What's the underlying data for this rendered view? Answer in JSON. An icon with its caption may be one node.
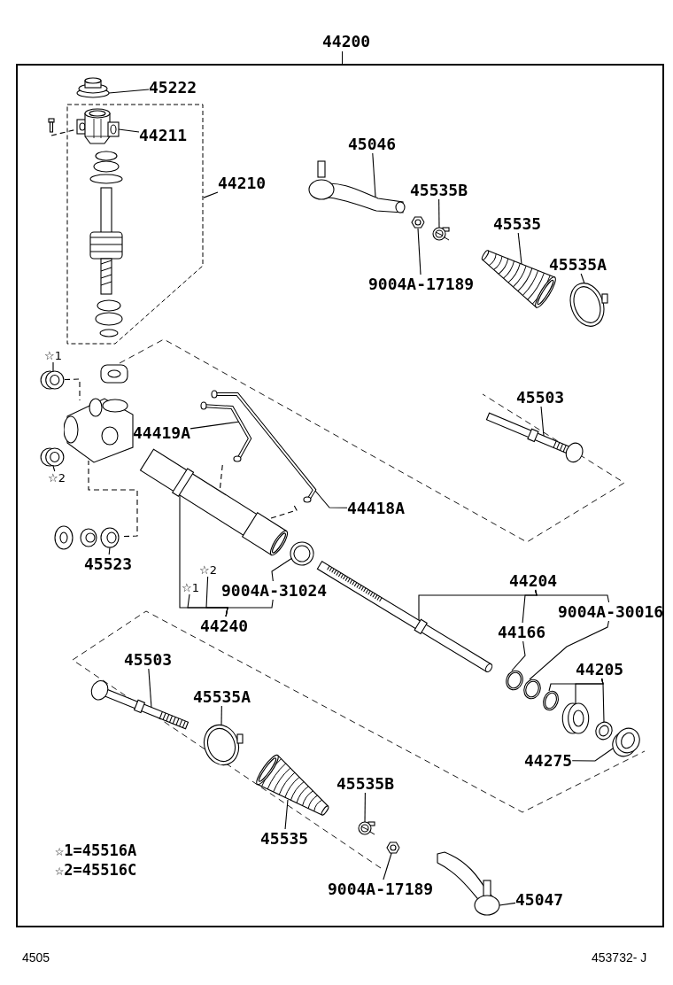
{
  "diagram": {
    "nodes": [
      {
        "text": [
          "44200"
        ]
      },
      {
        "text": [
          "45222"
        ],
        "in": 0
      },
      {
        "text": [],
        "shape": "picture",
        "in": 0
      },
      {
        "text": [],
        "shape": "box",
        "in": 0
      },
      {
        "text": [],
        "shape": "picture",
        "in": 3
      },
      {
        "text": [
          "44211"
        ],
        "in": 3
      },
      {
        "text": [
          "44210"
        ],
        "in": 0
      },
      {
        "text": [
          "45046"
        ],
        "in": 0
      },
      {
        "text": [],
        "shape": "picture",
        "in": 0
      },
      {
        "text": [
          "45535B"
        ],
        "in": 0
      },
      {
        "text": [],
        "shape": "picture",
        "in": 0
      },
      {
        "text": [
          "9004A-17189"
        ],
        "in": 0
      },
      {
        "text": [],
        "shape": "picture",
        "in": 0
      },
      {
        "text": [
          "45535"
        ],
        "in": 0
      },
      {
        "text": [],
        "shape": "picture",
        "in": 0
      },
      {
        "text": [
          "45535A"
        ],
        "in": 0
      },
      {
        "text": [],
        "shape": "picture",
        "in": 0
      },
      {
        "text": [
          "45503"
        ],
        "in": 0
      },
      {
        "text": [],
        "shape": "picture",
        "in": 0
      },
      {
        "text": [
          "☆1"
        ],
        "in": 0
      },
      {
        "text": [],
        "shape": "picture",
        "in": 0
      },
      {
        "text": [
          "☆2"
        ],
        "in": 0
      },
      {
        "text": [],
        "shape": "picture",
        "in": 0
      },
      {
        "text": [
          "44419A"
        ],
        "in": 0
      },
      {
        "text": [],
        "shape": "picture",
        "in": 0
      },
      {
        "text": [
          "44418A"
        ],
        "in": 0
      },
      {
        "text": [],
        "shape": "picture",
        "in": 0
      },
      {
        "text": [
          "45523"
        ],
        "in": 0
      },
      {
        "text": [],
        "shape": "picture",
        "in": 0
      },
      {
        "text": [],
        "shape": "picture",
        "in": 0
      },
      {
        "text": [
          "☆2"
        ],
        "in": 0
      },
      {
        "text": [
          "☆1"
        ],
        "in": 0
      },
      {
        "text": [
          "9004A-31024"
        ],
        "in": 0
      },
      {
        "text": [],
        "shape": "picture",
        "in": 0
      },
      {
        "text": [
          "44240"
        ],
        "in": 0
      },
      {
        "text": [
          "44204"
        ],
        "in": 0
      },
      {
        "text": [],
        "shape": "picture",
        "in": 0
      },
      {
        "text": [
          "44166"
        ],
        "in": 0
      },
      {
        "text": [],
        "shape": "picture",
        "in": 0
      },
      {
        "text": [
          "9004A-30016"
        ],
        "in": 0
      },
      {
        "text": [],
        "shape": "picture",
        "in": 0
      },
      {
        "text": [
          "44205"
        ],
        "in": 0
      },
      {
        "text": [],
        "shape": "picture",
        "in": 0
      },
      {
        "text": [],
        "shape": "picture",
        "in": 0
      },
      {
        "text": [],
        "shape": "picture",
        "in": 0
      },
      {
        "text": [
          "44275"
        ],
        "in": 0
      },
      {
        "text": [],
        "shape": "picture",
        "in": 0
      },
      {
        "text": [
          "45503"
        ],
        "in": 0
      },
      {
        "text": [],
        "shape": "picture",
        "in": 0
      },
      {
        "text": [
          "45535A"
        ],
        "in": 0
      },
      {
        "text": [],
        "shape": "picture",
        "in": 0
      },
      {
        "text": [
          "45535"
        ],
        "in": 0
      },
      {
        "text": [],
        "shape": "picture",
        "in": 0
      },
      {
        "text": [
          "45535B"
        ],
        "in": 0
      },
      {
        "text": [],
        "shape": "picture",
        "in": 0
      },
      {
        "text": [
          "9004A-17189"
        ],
        "in": 0
      },
      {
        "text": [],
        "shape": "picture",
        "in": 0
      },
      {
        "text": [
          "45047"
        ],
        "in": 0
      },
      {
        "text": [],
        "shape": "picture",
        "in": 0
      },
      {
        "text": [],
        "shape": "picture",
        "in": 0
      }
    ],
    "edges": [
      {
        "from": 1,
        "to": 2,
        "arrow": "none"
      },
      {
        "from": 5,
        "to": 4,
        "arrow": "none"
      },
      {
        "from": 6,
        "to": 3,
        "arrow": "none"
      },
      {
        "from": 7,
        "to": 8,
        "arrow": "none"
      },
      {
        "from": 9,
        "to": 10,
        "arrow": "none"
      },
      {
        "from": 11,
        "to": 12,
        "arrow": "none"
      },
      {
        "from": 13,
        "to": 14,
        "arrow": "none"
      },
      {
        "from": 15,
        "to": 16,
        "arrow": "none"
      },
      {
        "from": 17,
        "to": 18,
        "arrow": "none"
      },
      {
        "from": 19,
        "to": 20,
        "arrow": "none"
      },
      {
        "from": 21,
        "to": 22,
        "arrow": "none"
      },
      {
        "from": 23,
        "to": 24,
        "arrow": "none"
      },
      {
        "from": 25,
        "to": 26,
        "arrow": "none"
      },
      {
        "from": 27,
        "to": 28,
        "arrow": "none"
      },
      {
        "from": 34,
        "to": 29,
        "arrow": "none"
      },
      {
        "from": 34,
        "to": 31,
        "arrow": "none"
      },
      {
        "from": 34,
        "to": 30,
        "arrow": "none"
      },
      {
        "from": 34,
        "to": 32,
        "arrow": "none"
      },
      {
        "from": 32,
        "to": 33,
        "arrow": "none"
      },
      {
        "from": 35,
        "to": 36,
        "arrow": "none"
      },
      {
        "from": 35,
        "to": 37,
        "arrow": "none"
      },
      {
        "from": 35,
        "to": 39,
        "arrow": "none"
      },
      {
        "from": 37,
        "to": 38,
        "arrow": "none"
      },
      {
        "from": 39,
        "to": 40,
        "arrow": "none"
      },
      {
        "from": 41,
        "to": 42,
        "arrow": "none"
      },
      {
        "from": 41,
        "to": 43,
        "arrow": "none"
      },
      {
        "from": 41,
        "to": 44,
        "arrow": "none"
      },
      {
        "from": 45,
        "to": 46,
        "arrow": "none"
      },
      {
        "from": 47,
        "to": 48,
        "arrow": "none"
      },
      {
        "from": 49,
        "to": 50,
        "arrow": "none"
      },
      {
        "from": 51,
        "to": 52,
        "arrow": "none"
      },
      {
        "from": 53,
        "to": 54,
        "arrow": "none"
      },
      {
        "from": 55,
        "to": 56,
        "arrow": "none"
      },
      {
        "from": 57,
        "to": 58,
        "arrow": "none"
      },
      {
        "from": 20,
        "to": 59,
        "arrow": "none",
        "style": "dashed"
      },
      {
        "from": 28,
        "to": 59,
        "arrow": "none",
        "style": "dashed"
      },
      {
        "from": 24,
        "to": 29,
        "arrow": "none",
        "style": "dashed"
      },
      {
        "from": 26,
        "to": 29,
        "arrow": "none",
        "style": "dashed"
      },
      {
        "from": null,
        "to": 4,
        "arrow": "none",
        "style": "dashed"
      }
    ],
    "labels": [
      "☆1=45516A",
      "☆2=45516C",
      "4505",
      "453732- J"
    ]
  }
}
